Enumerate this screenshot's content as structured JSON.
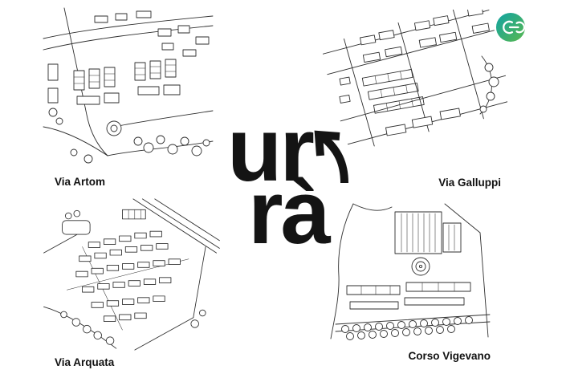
{
  "canvas": {
    "background": "#ffffff"
  },
  "logo": {
    "line1": "ur",
    "line2": "rà",
    "color": "#141414",
    "arrow_icon": "arrow-up-left"
  },
  "badge": {
    "name": "cic-circular-logo",
    "color_start": "#10a3a4",
    "color_end": "#5ab84d"
  },
  "maps": [
    {
      "id": "via-artom",
      "label": "Via Artom",
      "highlight_color": "#b3cfa4"
    },
    {
      "id": "via-galluppi",
      "label": "Via Galluppi",
      "highlight_color": "#e6bb2f"
    },
    {
      "id": "via-arquata",
      "label": "Via Arquata",
      "highlight_color": "#8cc0e0"
    },
    {
      "id": "corso-vigevano",
      "label": "Corso Vigevano",
      "highlight_color": "#d98fc0"
    }
  ]
}
